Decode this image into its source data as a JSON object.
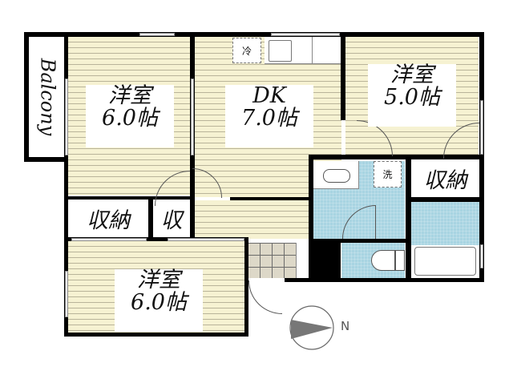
{
  "floorplan": {
    "rooms": [
      {
        "id": "western-room-1",
        "name": "洋室",
        "size": "6.0帖"
      },
      {
        "id": "dining-kitchen",
        "name": "DK",
        "size": "7.0帖"
      },
      {
        "id": "western-room-2",
        "name": "洋室",
        "size": "5.0帖"
      },
      {
        "id": "western-room-3",
        "name": "洋室",
        "size": "6.0帖"
      }
    ],
    "balcony_label": "Balcony",
    "storage": [
      {
        "id": "storage-right",
        "label": "収納"
      },
      {
        "id": "storage-left",
        "label": "収納"
      },
      {
        "id": "storage-small",
        "label": "収"
      }
    ],
    "appliances": {
      "fridge": "冷",
      "washer": "洗"
    },
    "compass": {
      "direction": "N"
    },
    "colors": {
      "wall": "#000000",
      "wood_floor": "#f6f2d2",
      "wood_line": "#b9b49a",
      "wet_area": "#a8d4e2",
      "genkan": "#ddd8c8",
      "compass_fill": "#777777"
    }
  }
}
